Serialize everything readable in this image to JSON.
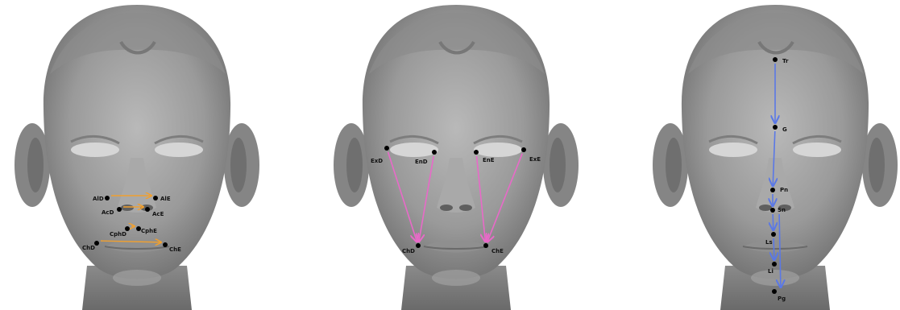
{
  "panels": [
    {
      "id": "horizontal",
      "arrow_color": "#f0a030",
      "landmarks": [
        {
          "id": "AlD",
          "label": "AlD"
        },
        {
          "id": "AlE",
          "label": "AlE"
        },
        {
          "id": "AcD",
          "label": "AcD"
        },
        {
          "id": "AcE",
          "label": "AcE"
        },
        {
          "id": "CphD",
          "label": "CphD"
        },
        {
          "id": "CphE",
          "label": "CphE"
        },
        {
          "id": "ChD",
          "label": "ChD"
        },
        {
          "id": "ChE",
          "label": "ChE"
        }
      ],
      "arrows": [
        {
          "from": "AlD",
          "to": "AlE"
        },
        {
          "from": "AcD",
          "to": "AcE"
        },
        {
          "from": "CphD",
          "to": "CphE"
        },
        {
          "from": "ChD",
          "to": "ChE"
        }
      ]
    },
    {
      "id": "oblique",
      "arrow_color": "#e86ac8",
      "landmarks": [
        {
          "id": "ExD",
          "label": "ExD"
        },
        {
          "id": "EnD",
          "label": "EnD"
        },
        {
          "id": "EnE",
          "label": "EnE"
        },
        {
          "id": "ExE",
          "label": "ExE"
        },
        {
          "id": "ChD",
          "label": "ChD"
        },
        {
          "id": "ChE",
          "label": "ChE"
        }
      ],
      "arrows": [
        {
          "from": "ExD",
          "to": "ChD"
        },
        {
          "from": "EnD",
          "to": "ChD"
        },
        {
          "from": "EnE",
          "to": "ChE"
        },
        {
          "from": "ExE",
          "to": "ChE"
        }
      ]
    },
    {
      "id": "vertical",
      "arrow_color": "#5a78e6",
      "landmarks": [
        {
          "id": "Tr",
          "label": "Tr"
        },
        {
          "id": "G",
          "label": "G"
        },
        {
          "id": "Pn",
          "label": "Pn"
        },
        {
          "id": "Sn",
          "label": "Sn"
        },
        {
          "id": "Ls",
          "label": "Ls"
        },
        {
          "id": "Li",
          "label": "Li"
        },
        {
          "id": "Pg",
          "label": "Pg"
        }
      ],
      "arrows": [
        {
          "from": "Tr",
          "to": "G"
        },
        {
          "from": "G",
          "to": "Pn"
        },
        {
          "from": "Pn",
          "to": "Sn"
        },
        {
          "from": "Sn",
          "to": "Ls"
        },
        {
          "from": "Ls",
          "to": "Li"
        },
        {
          "from": "Sn",
          "to": "Pg"
        }
      ]
    }
  ]
}
